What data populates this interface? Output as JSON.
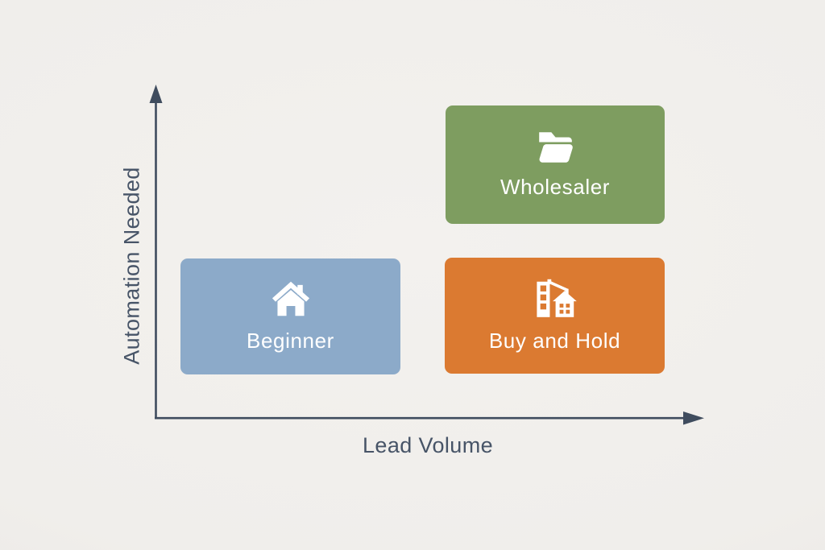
{
  "page": {
    "background_color": "#f0eeeb"
  },
  "diagram": {
    "kind": "two-axis positioning diagram",
    "axes": {
      "x_label": "Lead Volume",
      "y_label": "Automation Needed",
      "line_color": "#3f4c5e",
      "label_color": "#475467"
    },
    "boxes": [
      {
        "label": "Wholesaler",
        "icon": "open-folder-icon",
        "color": "#7e9d60",
        "text_color": "#ffffff",
        "position": "high lead volume, high automation needed"
      },
      {
        "label": "Beginner",
        "icon": "home-icon",
        "color": "#8caac9",
        "text_color": "#ffffff",
        "position": "low lead volume, low automation needed"
      },
      {
        "label": "Buy and Hold",
        "icon": "building-to-home-icon",
        "color": "#db7a31",
        "text_color": "#ffffff",
        "position": "high lead volume, low automation needed"
      }
    ]
  }
}
